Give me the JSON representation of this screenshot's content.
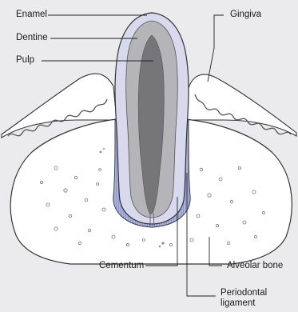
{
  "labels": {
    "enamel": "Enamel",
    "dentine": "Dentine",
    "pulp": "Pulp",
    "gingiva": "Gingiva",
    "cementum": "Cementum",
    "alveolar_bone": "Alveolar bone",
    "periodontal_ligament": [
      "Periodontal",
      "ligament"
    ]
  },
  "colors": {
    "background": "#ebebee",
    "enamel": "#d8d9ec",
    "dentine": "#b5b5b9",
    "pulp": "#767679",
    "periodontal_ligament": "#aab1dc",
    "bone": "#ffffff",
    "outline": "#333333"
  }
}
